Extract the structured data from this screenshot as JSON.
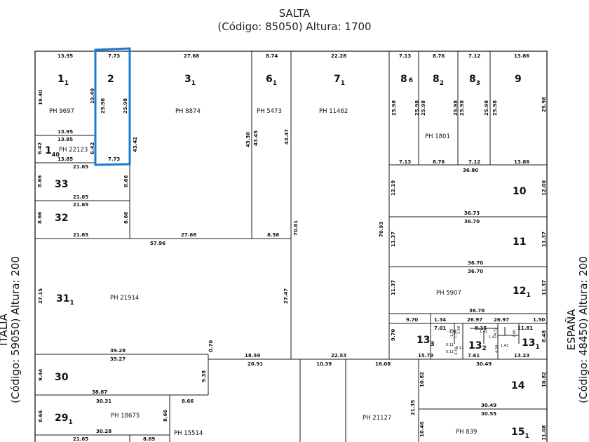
{
  "streets": {
    "north": {
      "name": "SALTA",
      "detail": "(Código: 85050) Altura: 1700"
    },
    "west": {
      "name": "ITALIA",
      "detail": "(Código: 59050) Altura: 200"
    },
    "east": {
      "name": "ESPAÑA",
      "detail": "(Código: 48450) Altura: 200"
    }
  },
  "colors": {
    "lines": "#1a1a1a",
    "highlight": "#1a7ad4"
  },
  "highlighted_parcel": "2",
  "parcels": [
    {
      "id": "p-1-1",
      "num": "1",
      "sub": "1",
      "ph": "PH 9697"
    },
    {
      "id": "p-2",
      "num": "2",
      "sub": "",
      "ph": ""
    },
    {
      "id": "p-3-1",
      "num": "3",
      "sub": "1",
      "ph": "PH 8874"
    },
    {
      "id": "p-6-1",
      "num": "6",
      "sub": "1",
      "ph": "PH 5473"
    },
    {
      "id": "p-7-1",
      "num": "7",
      "sub": "1",
      "ph": "PH 11462"
    },
    {
      "id": "p-8-6",
      "num": "8",
      "sub": "6",
      "ph": ""
    },
    {
      "id": "p-8-2",
      "num": "8",
      "sub": "2",
      "ph": "PH 1801"
    },
    {
      "id": "p-8-3",
      "num": "8",
      "sub": "3",
      "ph": ""
    },
    {
      "id": "p-9",
      "num": "9",
      "sub": "",
      "ph": ""
    },
    {
      "id": "p-1-40",
      "num": "1",
      "sub": "40",
      "ph": "PH 22123"
    },
    {
      "id": "p-33",
      "num": "33",
      "sub": "",
      "ph": ""
    },
    {
      "id": "p-32",
      "num": "32",
      "sub": "",
      "ph": ""
    },
    {
      "id": "p-10",
      "num": "10",
      "sub": "",
      "ph": ""
    },
    {
      "id": "p-11",
      "num": "11",
      "sub": "",
      "ph": ""
    },
    {
      "id": "p-12-1",
      "num": "12",
      "sub": "1",
      "ph": "PH 5907"
    },
    {
      "id": "p-31-1",
      "num": "31",
      "sub": "1",
      "ph": "PH 21914"
    },
    {
      "id": "p-13-3",
      "num": "13",
      "sub": "3",
      "ph": ""
    },
    {
      "id": "p-13-2",
      "num": "13",
      "sub": "2",
      "ph": ""
    },
    {
      "id": "p-13-1",
      "num": "13",
      "sub": "1",
      "ph": ""
    },
    {
      "id": "p-30",
      "num": "30",
      "sub": "",
      "ph": ""
    },
    {
      "id": "p-14",
      "num": "14",
      "sub": "",
      "ph": ""
    },
    {
      "id": "p-29-1",
      "num": "29",
      "sub": "1",
      "ph": "PH 18675"
    },
    {
      "id": "p-ph-15514",
      "num": "",
      "sub": "",
      "ph": "PH 15514"
    },
    {
      "id": "p-ph-21127",
      "num": "",
      "sub": "",
      "ph": "PH 21127"
    },
    {
      "id": "p-15-1",
      "num": "15",
      "sub": "1",
      "ph": "PH 839"
    }
  ],
  "dimensions": [
    "13.95",
    "7.73",
    "27.68",
    "8.74",
    "22.28",
    "7.13",
    "8.76",
    "7.12",
    "13.86",
    "19.40",
    "19.40",
    "25.98",
    "25.98",
    "25.98",
    "25.98",
    "25.98",
    "25.98",
    "25.98",
    "25.98",
    "25.98",
    "25.98",
    "13.95",
    "13.85",
    "6.42",
    "6.42",
    "13.85",
    "7.73",
    "43.42",
    "43.30",
    "43.45",
    "43.47",
    "7.13",
    "8.76",
    "7.12",
    "13.86",
    "36.80",
    "21.65",
    "8.66",
    "8.66",
    "21.65",
    "21.65",
    "12.19",
    "12.00",
    "8.66",
    "8.66",
    "21.65",
    "27.68",
    "8.56",
    "70.81",
    "70.93",
    "36.73",
    "36.70",
    "11.37",
    "11.37",
    "57.96",
    "36.70",
    "36.70",
    "11.37",
    "11.37",
    "27.15",
    "27.47",
    "36.70",
    "9.70",
    "1.34",
    "26.97",
    "26.97",
    "1.50",
    "7.01",
    "8.15",
    "11.81",
    "9.70",
    "15.79",
    "7.61",
    "13.23",
    "8.48",
    "39.28",
    "0.70",
    "18.59",
    "22.53",
    "39.27",
    "9.38",
    "20.91",
    "10.39",
    "16.08",
    "30.49",
    "9.44",
    "10.82",
    "10.82",
    "38.87",
    "30.49",
    "30.31",
    "8.66",
    "30.55",
    "8.66",
    "8.66",
    "21.35",
    "30.28",
    "21.65",
    "8.69",
    "10.46",
    "11.08",
    "1.42",
    "1.42",
    "1.42",
    "0.11",
    "0.11",
    "0.11",
    "0.71",
    "1.53",
    "1.58",
    "1.53",
    "4.32",
    "2.00",
    "4.34",
    "4.34"
  ]
}
